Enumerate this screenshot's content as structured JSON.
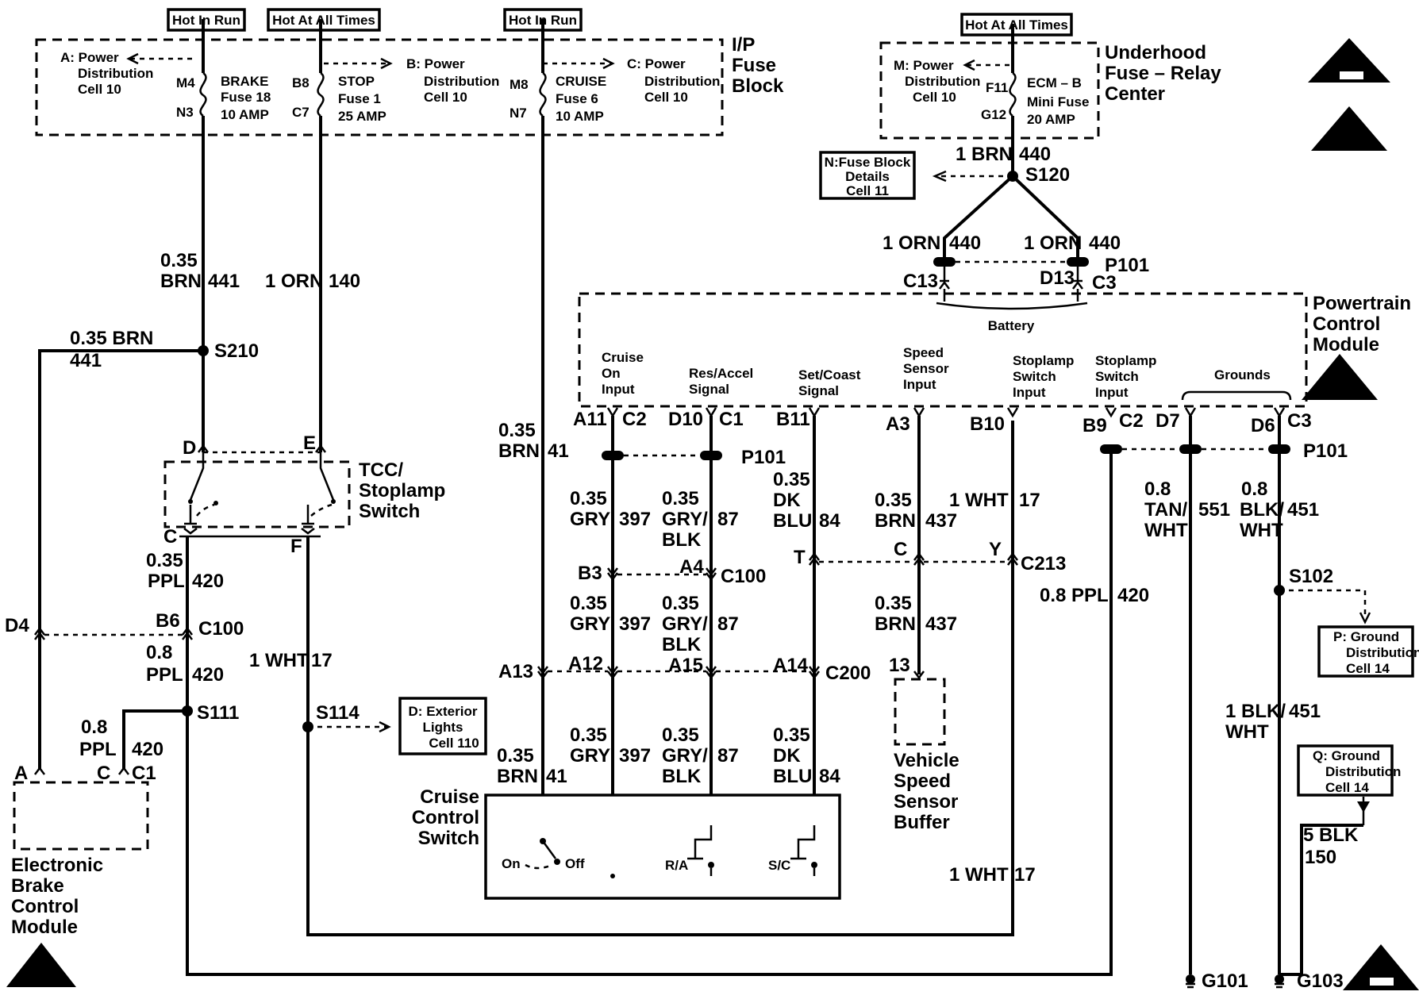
{
  "header_tags": {
    "hot_in_run_1": "Hot In Run",
    "hot_at_all_times_1": "Hot At All Times",
    "hot_in_run_2": "Hot In Run",
    "hot_at_all_times_2": "Hot At All Times"
  },
  "ip_fuse_block": {
    "title": [
      "I/P",
      "Fuse",
      "Block"
    ],
    "ref_a": [
      "A: Power",
      "Distribution",
      "Cell 10"
    ],
    "ref_b": [
      "B: Power",
      "Distribution",
      "Cell 10"
    ],
    "ref_c": [
      "C: Power",
      "Distribution",
      "Cell 10"
    ],
    "brake_fuse": {
      "pin_in": "M4",
      "pin_out": "N3",
      "label": [
        "BRAKE",
        "Fuse 18",
        "10 AMP"
      ]
    },
    "stop_fuse": {
      "pin_in": "B8",
      "pin_out": "C7",
      "label": [
        "STOP",
        "Fuse 1",
        "25 AMP"
      ]
    },
    "cruise_fuse": {
      "pin_in": "M8",
      "pin_out": "N7",
      "label": [
        "CRUISE",
        "Fuse 6",
        "10 AMP"
      ]
    }
  },
  "underhood_block": {
    "title": [
      "Underhood",
      "Fuse – Relay",
      "Center"
    ],
    "ref_m": [
      "M: Power",
      "Distribution",
      "Cell 10"
    ],
    "ecm_fuse": {
      "pin_in": "F11",
      "pin_out": "G12",
      "label": [
        "ECM – B",
        "Mini Fuse",
        "20 AMP"
      ]
    }
  },
  "wires": {
    "w_1brn_440": [
      "1 BRN",
      "440"
    ],
    "s120": "S120",
    "fuse_block_ref": [
      "N:Fuse Block",
      "Details",
      "Cell 11"
    ],
    "w_1orn_440_a": [
      "1 ORN",
      "440"
    ],
    "w_1orn_440_b": [
      "1 ORN",
      "440"
    ],
    "p101_top": "P101",
    "c13": "C13",
    "d13": "D13",
    "c3_top": "C3",
    "battery": "Battery",
    "brn441_a": [
      "0.35",
      "BRN",
      "441"
    ],
    "orn140": [
      "1 ORN",
      "140"
    ],
    "brn441_b": [
      "0.35 BRN",
      "441"
    ],
    "s210": "S210",
    "tcc_d": "D",
    "tcc_e": "E",
    "tcc_c": "C",
    "tcc_f": "F",
    "tcc_label": [
      "TCC/",
      "Stoplamp",
      "Switch"
    ],
    "ppl420_a": [
      "0.35",
      "PPL",
      "420"
    ],
    "d4": "D4",
    "b6": "B6",
    "c100_a": "C100",
    "ppl420_b": [
      "0.8",
      "PPL",
      "420"
    ],
    "wht17_a": [
      "1 WHT",
      "17"
    ],
    "s111": "S111",
    "s114": "S114",
    "ext_lights": [
      "D: Exterior",
      "Lights",
      "Cell 110"
    ],
    "ppl420_c": [
      "0.8",
      "PPL",
      "420"
    ],
    "ebcm_a": "A",
    "ebcm_c": "C",
    "ebcm_c1": "C1",
    "ebcm_label": [
      "Electronic",
      "Brake",
      "Control",
      "Module"
    ],
    "brn41_a": [
      "0.35",
      "BRN",
      "41"
    ],
    "brn41_b": [
      "0.35",
      "BRN",
      "41"
    ],
    "a13": "A13"
  },
  "pcm": {
    "title": [
      "Powertrain",
      "Control",
      "Module"
    ],
    "inputs": [
      [
        "Cruise",
        "On",
        "Input"
      ],
      [
        "Res/Accel",
        "Signal"
      ],
      [
        "Set/Coast",
        "Signal"
      ],
      [
        "Speed",
        "Sensor",
        "Input"
      ],
      [
        "Stoplamp",
        "Switch",
        "Input"
      ],
      [
        "Stoplamp",
        "Switch",
        "Input"
      ],
      [
        "Grounds"
      ]
    ],
    "pins": {
      "a11": "A11",
      "c2_a": "C2",
      "d10": "D10",
      "c1": "C1",
      "b11": "B11",
      "a3": "A3",
      "b10": "B10",
      "b9": "B9",
      "c2_b": "C2",
      "d7": "D7",
      "d6": "D6",
      "c3": "C3"
    },
    "p101_a": "P101",
    "p101_b": "P101"
  },
  "mid_wires": {
    "gry397_a": [
      "0.35",
      "GRY",
      "397"
    ],
    "grybLK87_a": [
      "0.35",
      "GRY/",
      "BLK",
      "87"
    ],
    "dkblu84_a": [
      "0.35",
      "DK",
      "BLU",
      "84"
    ],
    "brn437_a": [
      "0.35",
      "BRN",
      "437"
    ],
    "wht17_b": [
      "1 WHT",
      "17"
    ],
    "tanwht551": [
      "0.8",
      "TAN/",
      "WHT",
      "551"
    ],
    "blkwht451_a": [
      "0.8",
      "BLK/",
      "WHT",
      "451"
    ],
    "b3": "B3",
    "a4": "A4",
    "c100_b": "C100",
    "t": "T",
    "c": "C",
    "y": "Y",
    "c213": "C213",
    "ppl420_d": [
      "0.8 PPL",
      "420"
    ],
    "s102": "S102",
    "gry397_b": [
      "0.35",
      "GRY",
      "397"
    ],
    "grybLK87_b": [
      "0.35",
      "GRY/",
      "BLK",
      "87"
    ],
    "brn437_b": [
      "0.35",
      "BRN",
      "437"
    ],
    "gnd_p": [
      "P: Ground",
      "Distribution",
      "Cell 14"
    ],
    "a12": "A12",
    "a15": "A15",
    "a14": "A14",
    "c200": "C200",
    "pin13": "13",
    "gry397_c": [
      "0.35",
      "GRY",
      "397"
    ],
    "grybLK87_c": [
      "0.35",
      "GRY/",
      "BLK",
      "87"
    ],
    "dkblu84_b": [
      "0.35",
      "DK",
      "BLU",
      "84"
    ],
    "vssb_label": [
      "Vehicle",
      "Speed",
      "Sensor",
      "Buffer"
    ],
    "blkwht451_b": [
      "1 BLK/",
      "WHT",
      "451"
    ],
    "gnd_q": [
      "Q: Ground",
      "Distribution",
      "Cell 14"
    ],
    "blk150": [
      "5 BLK",
      "150"
    ],
    "wht17_c": [
      "1 WHT",
      "17"
    ],
    "ccs_label": [
      "Cruise",
      "Control",
      "Switch"
    ],
    "ccs_on": "On",
    "ccs_off": "Off",
    "ccs_ra": "R/A",
    "ccs_sc": "S/C",
    "g101": "G101",
    "g103": "G103"
  }
}
